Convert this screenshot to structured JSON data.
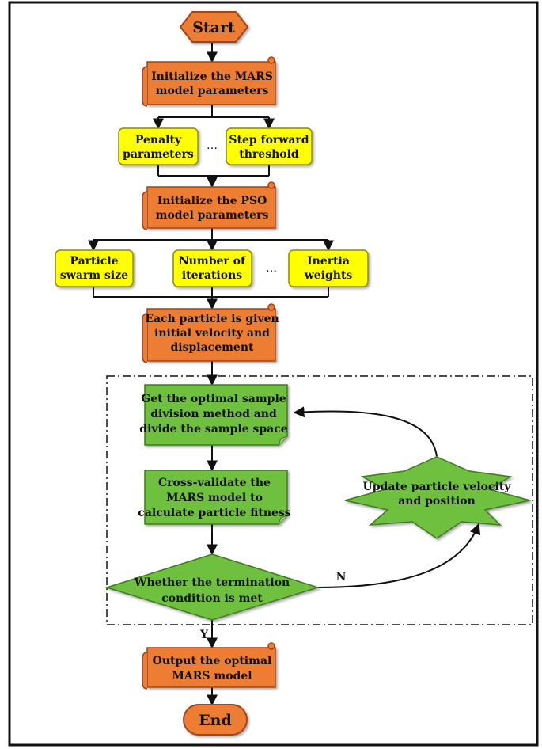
{
  "colors": {
    "orange_fill": "#ED7D31",
    "orange_stroke": "#A0441A",
    "yellow_fill": "#FFFF00",
    "yellow_stroke": "#8C8C00",
    "green_fill": "#70C040",
    "green_stroke": "#3F7A22",
    "line": "#111111"
  },
  "nodes": {
    "start": "Start",
    "init_mars": [
      "Initialize the MARS",
      "model parameters"
    ],
    "penalty": [
      "Penalty",
      "parameters"
    ],
    "dots1": "…",
    "step_forward": [
      "Step forward",
      "threshold"
    ],
    "init_pso": [
      "Initialize the PSO",
      "model parameters"
    ],
    "swarm": [
      "Particle",
      "swarm size"
    ],
    "iterations": [
      "Number of",
      "iterations"
    ],
    "dots2": "…",
    "inertia": [
      "Inertia",
      "weights"
    ],
    "each_particle": [
      "Each particle is given",
      "initial velocity and",
      "displacement"
    ],
    "optimal_sample": [
      "Get the optimal sample",
      "division method and",
      "divide the sample space"
    ],
    "cross_validate": [
      "Cross-validate the",
      "MARS model to",
      "calculate particle fitness"
    ],
    "update": [
      "Update particle velocity",
      "and position"
    ],
    "termination": [
      "Whether the termination",
      "condition is met"
    ],
    "label_n": "N",
    "label_y": "Y",
    "output": [
      "Output the optimal",
      "MARS model"
    ],
    "end": "End"
  }
}
